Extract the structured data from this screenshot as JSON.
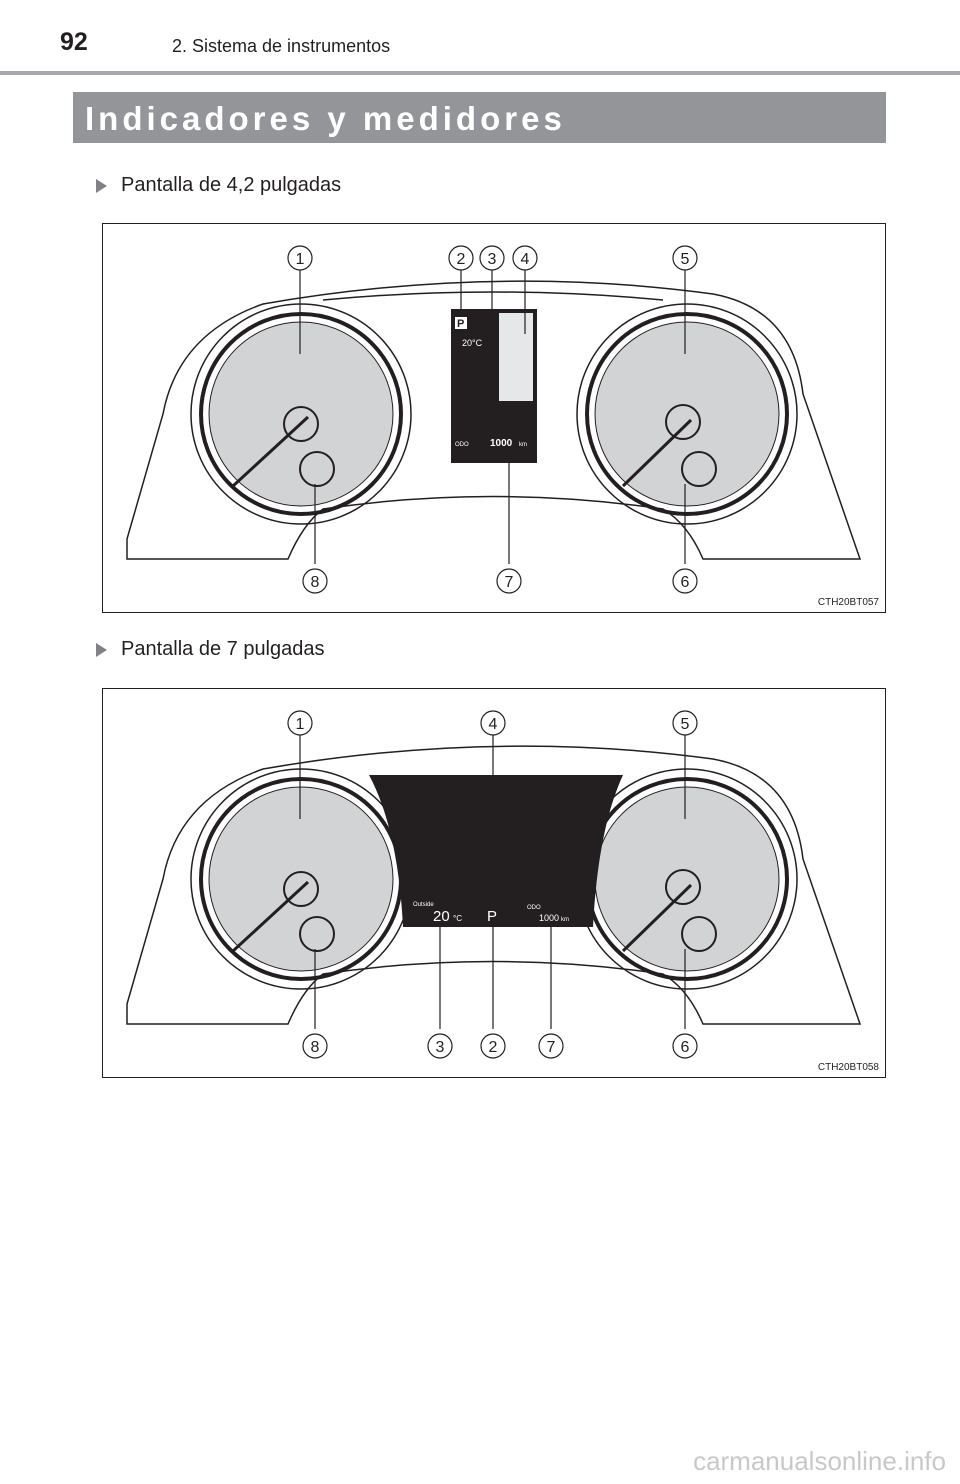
{
  "header": {
    "page_number": "92",
    "section": "2. Sistema de instrumentos"
  },
  "title": "Indicadores y medidores",
  "figures": [
    {
      "heading": "Pantalla de 4,2 pulgadas",
      "code": "CTH20BT057",
      "display": {
        "temp": "20°C",
        "gear": "P",
        "odo_label": "ODO",
        "odo": "1000",
        "unit": "km"
      },
      "callouts": [
        "1",
        "2",
        "3",
        "4",
        "5",
        "6",
        "7",
        "8"
      ]
    },
    {
      "heading": "Pantalla de 7 pulgadas",
      "code": "CTH20BT058",
      "display": {
        "outside": "Outside",
        "temp": "20",
        "temp_unit": "°C",
        "gear": "P",
        "odo_label": "ODO",
        "odo": "1000",
        "unit": "km"
      },
      "callouts": [
        "1",
        "2",
        "3",
        "4",
        "5",
        "6",
        "7",
        "8"
      ]
    }
  ],
  "footer": "carmanualsonline.info"
}
